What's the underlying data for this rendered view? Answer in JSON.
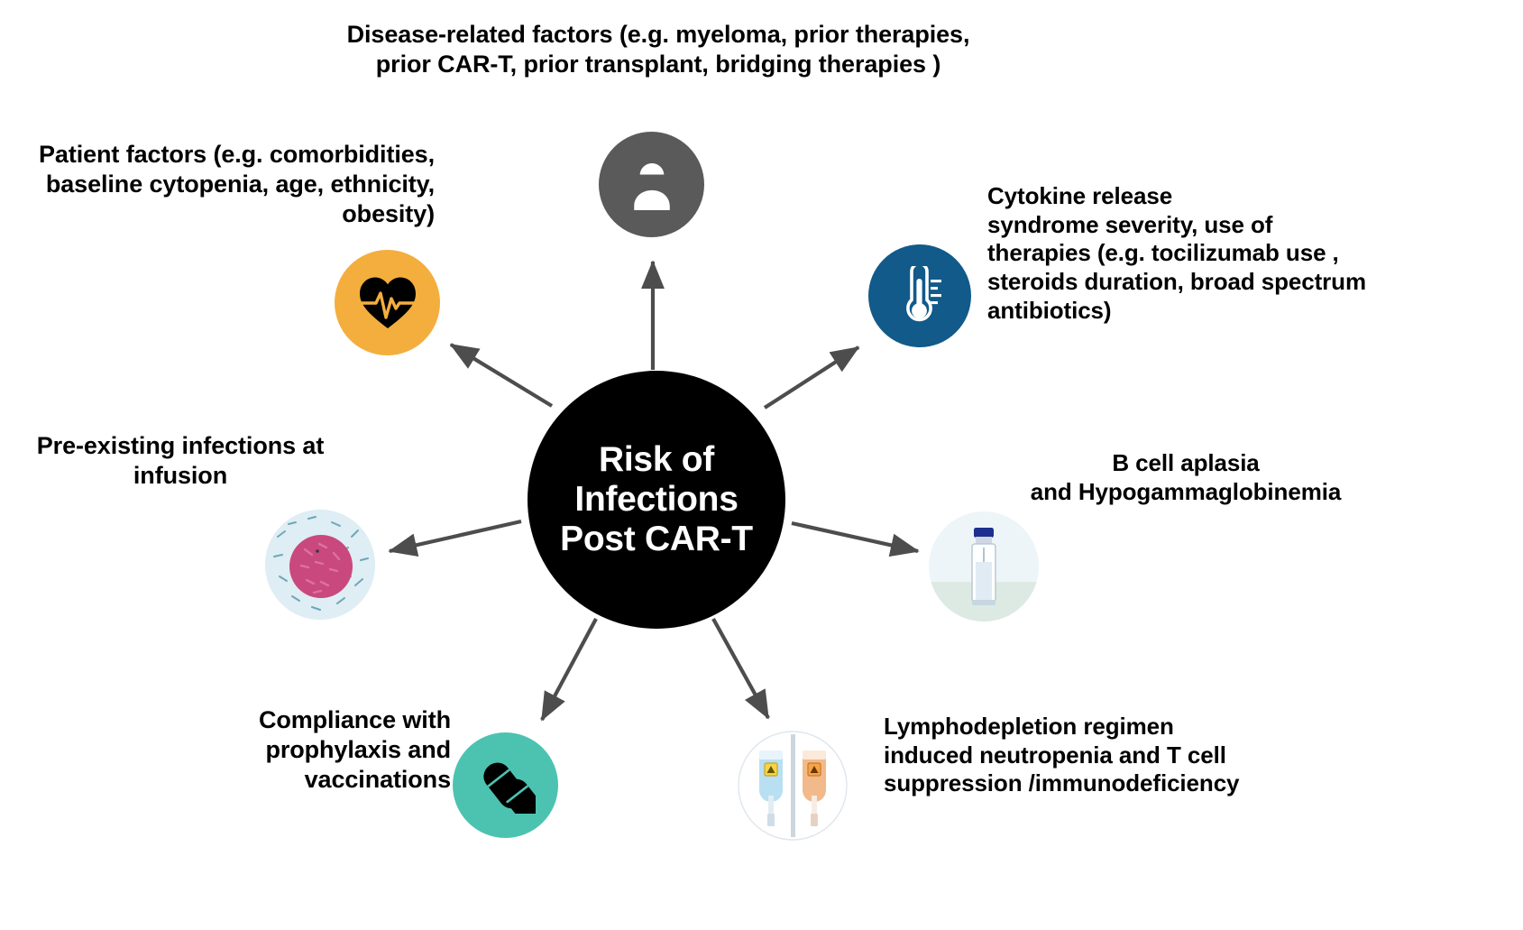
{
  "diagram": {
    "title": "Risk of Infections Post CAR-T",
    "center": {
      "text": "Risk of\nInfections\nPost CAR-T",
      "fill": "#000000",
      "text_color": "#ffffff"
    },
    "factors": [
      {
        "id": "disease-related",
        "text": "Disease-related factors (e.g. myeloma, prior therapies,\nprior CAR-T, prior transplant, bridging therapies )",
        "icon": "person-with-mask-icon",
        "icon_color": "#5a5a5a",
        "position": "top",
        "align": "center"
      },
      {
        "id": "patient-factors",
        "text": "Patient factors (e.g. comorbidities,\nbaseline cytopenia, age, ethnicity,\nobesity)",
        "icon": "heart-pulse-icon",
        "icon_color": "#f4ae3d",
        "position": "top-left",
        "align": "right"
      },
      {
        "id": "cytokine-release-syndrome",
        "text": " Cytokine release\nsyndrome  severity,  use of\ntherapies (e.g. tocilizumab use ,\nsteroids duration, broad spectrum\nantibiotics)",
        "icon": "thermometer-icon",
        "icon_color": "#115a8a",
        "position": "top-right",
        "align": "left"
      },
      {
        "id": "pre-existing-infections",
        "text": "Pre-existing infections at\ninfusion",
        "icon": "microscopy-cell-image",
        "icon_color": "#dbeaf2",
        "position": "left",
        "align": "center"
      },
      {
        "id": "b-cell-aplasia",
        "text": "B cell aplasia\nand  Hypogammaglobinemia",
        "icon": "iv-drip-vial-image",
        "icon_color": "#f4f8fb",
        "position": "right",
        "align": "center"
      },
      {
        "id": "compliance-prophylaxis",
        "text": "Compliance with\nprophylaxis and\nvaccinations",
        "icon": "capsule-pills-icon",
        "icon_color": "#4cc3b0",
        "position": "bottom-left",
        "align": "right"
      },
      {
        "id": "lymphodepletion",
        "text": "Lymphodepletion regimen\ninduced neutropenia and T cell\nsuppression /immunodeficiency",
        "icon": "iv-bags-image",
        "icon_color": "#fbfdff",
        "position": "bottom-right",
        "align": "left"
      }
    ],
    "arrow_color": "#4d4d4d",
    "background": "#ffffff"
  }
}
